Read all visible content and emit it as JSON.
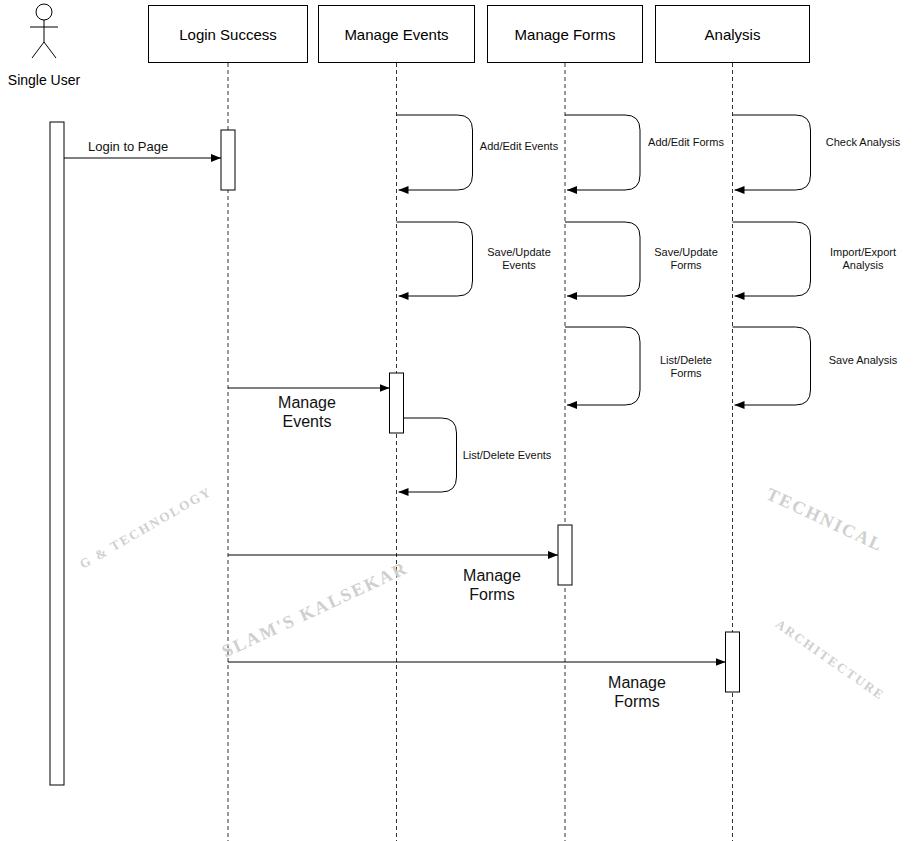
{
  "diagram": {
    "nodes": [
      {
        "text": [
          "Single User"
        ]
      },
      {
        "text": [
          "Login Success"
        ]
      },
      {
        "text": [
          "Manage Events"
        ]
      },
      {
        "text": [
          "Manage Forms"
        ]
      },
      {
        "text": [
          "Analysis"
        ]
      }
    ],
    "edges": [
      {
        "from": 0,
        "to": 1,
        "label": "Login to Page",
        "arrow": "to"
      },
      {
        "from": 2,
        "to": 2,
        "label": "Add/Edit Events",
        "arrow": "to"
      },
      {
        "from": 3,
        "to": 3,
        "label": "Add/Edit Forms",
        "arrow": "to"
      },
      {
        "from": 4,
        "to": 4,
        "label": "Check Analysis",
        "arrow": "to"
      },
      {
        "from": 2,
        "to": 2,
        "label": "Save/Update Events",
        "arrow": "to"
      },
      {
        "from": 3,
        "to": 3,
        "label": "Save/Update Forms",
        "arrow": "to"
      },
      {
        "from": 4,
        "to": 4,
        "label": "Import/Export Analysis",
        "arrow": "to"
      },
      {
        "from": 3,
        "to": 3,
        "label": "List/Delete Forms",
        "arrow": "to"
      },
      {
        "from": 4,
        "to": 4,
        "label": "Save Analysis",
        "arrow": "to"
      },
      {
        "from": 1,
        "to": 2,
        "label": "Manage Events",
        "arrow": "to"
      },
      {
        "from": 2,
        "to": 2,
        "label": "List/Delete Events",
        "arrow": "to"
      },
      {
        "from": 1,
        "to": 3,
        "label": "Manage Forms",
        "arrow": "to"
      },
      {
        "from": 1,
        "to": 4,
        "label": "Manage Forms",
        "arrow": "to"
      }
    ],
    "labels": [
      "SLAM'S KALSEKAR",
      "G & TECHNOLOGY",
      "TECHNICAL",
      "ARCHITECTURE"
    ]
  }
}
